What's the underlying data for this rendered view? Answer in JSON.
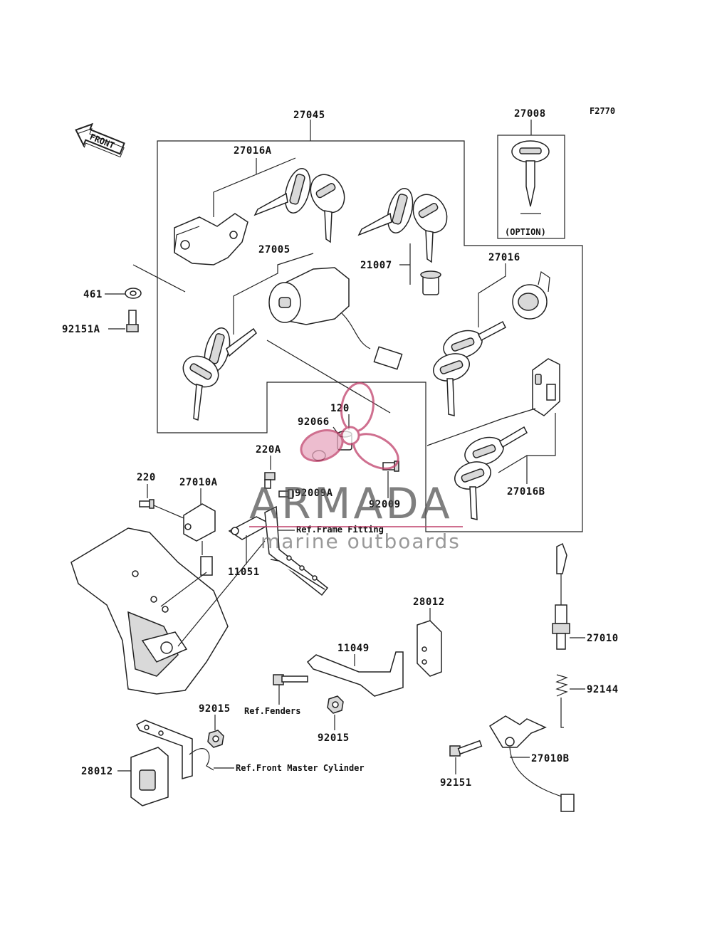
{
  "figure_code": "F2770",
  "front_label": "FRONT",
  "option_label": "(OPTION)",
  "parts": {
    "p27045": "27045",
    "p27008": "27008",
    "p27016A": "27016A",
    "p27005": "27005",
    "p21007": "21007",
    "p27016": "27016",
    "p461": "461",
    "p92151A": "92151A",
    "p120": "120",
    "p92066": "92066",
    "p220A": "220A",
    "p220": "220",
    "p27010A": "27010A",
    "p92009A": "92009A",
    "p92009": "92009",
    "p27016B": "27016B",
    "p11051": "11051",
    "p28012_top": "28012",
    "p11049": "11049",
    "p27010": "27010",
    "p92144": "92144",
    "p92015_top": "92015",
    "p92015_mid": "92015",
    "p28012_bottom": "28012",
    "p92151": "92151",
    "p27010B": "27010B"
  },
  "refs": {
    "frame_fitting": "Ref.Frame Fitting",
    "fenders": "Ref.Fenders",
    "front_master_cylinder": "Ref.Front Master Cylinder"
  },
  "watermark": {
    "brand": "ARMADA",
    "tagline": "marine outboards",
    "color": "#c0406a"
  }
}
